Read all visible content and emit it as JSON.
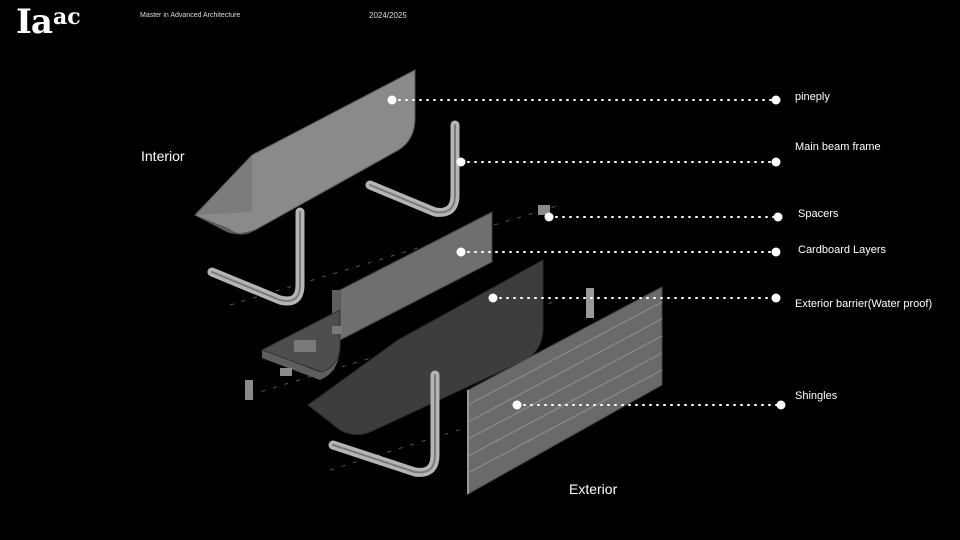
{
  "header": {
    "logo_main": "Ia",
    "logo_sup1": "a",
    "logo_sup2": "c",
    "program": "Master in Advanced Architecture",
    "year": "2024/2025"
  },
  "diagram": {
    "interior_label": "Interior",
    "exterior_label": "Exterior",
    "layers": [
      {
        "id": "pineply",
        "label": "pineply"
      },
      {
        "id": "main-beam-frame",
        "label": "Main beam frame"
      },
      {
        "id": "spacers",
        "label": "Spacers"
      },
      {
        "id": "cardboard-layers",
        "label": "Cardboard Layers"
      },
      {
        "id": "exterior-barrier",
        "label": "Exterior barrier(Water proof)"
      },
      {
        "id": "shingles",
        "label": "Shingles"
      }
    ]
  },
  "colors": {
    "background": "#000000",
    "panel_light": "#8a8a8a",
    "panel_mid": "#6a6a6a",
    "panel_dark": "#3a3a3a",
    "frame": "#b0b0b0",
    "leader": "#ffffff"
  }
}
